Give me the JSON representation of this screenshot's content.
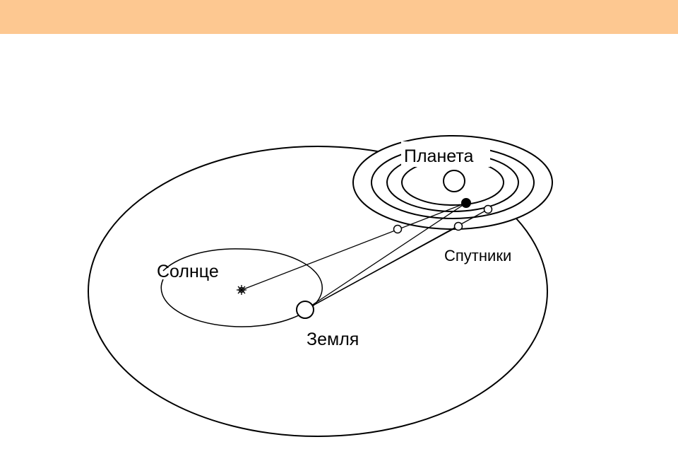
{
  "header": {
    "band_color": "#fdc891"
  },
  "labels": {
    "planet": "Планета",
    "sun": "Солнце",
    "earth": "Земля",
    "satellites": "Спутники"
  }
}
